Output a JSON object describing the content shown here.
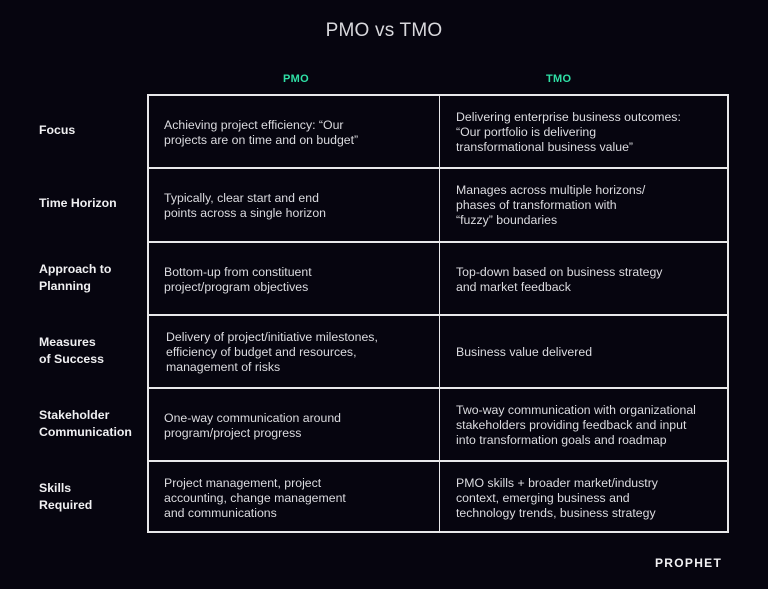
{
  "title": "PMO vs TMO",
  "columns": {
    "pmo": "PMO",
    "tmo": "TMO"
  },
  "rows": [
    {
      "label": [
        "Focus"
      ],
      "pmo": [
        "Achieving project efficiency: “Our",
        "projects are on time and on budget”"
      ],
      "tmo": [
        "Delivering enterprise business outcomes:",
        "“Our portfolio is delivering",
        "transformational business value”"
      ]
    },
    {
      "label": [
        "Time Horizon"
      ],
      "pmo": [
        "Typically, clear start and end",
        "points across a single horizon"
      ],
      "tmo": [
        "Manages across multiple horizons/",
        "phases of transformation with",
        "“fuzzy” boundaries"
      ]
    },
    {
      "label": [
        "Approach to",
        "Planning"
      ],
      "pmo": [
        "Bottom-up from constituent",
        "project/program objectives"
      ],
      "tmo": [
        "Top-down based on business strategy",
        "and market feedback"
      ]
    },
    {
      "label": [
        "Measures",
        "of Success"
      ],
      "pmo": [
        "Delivery of project/initiative milestones,",
        "efficiency of budget and resources,",
        "management of risks"
      ],
      "tmo": [
        "Business value delivered"
      ]
    },
    {
      "label": [
        "Stakeholder",
        "Communication"
      ],
      "pmo": [
        "One-way communication around",
        "program/project progress"
      ],
      "tmo": [
        "Two-way communication with organizational",
        "stakeholders providing feedback and input",
        "into transformation goals and roadmap"
      ]
    },
    {
      "label": [
        "Skills",
        "Required"
      ],
      "pmo": [
        "Project management, project",
        "accounting, change management",
        "and communications"
      ],
      "tmo": [
        "PMO skills + broader market/industry",
        "context, emerging business and",
        "technology trends, business strategy"
      ]
    }
  ],
  "brand": "PROPHET",
  "colors": {
    "background": "#06050f",
    "accent": "#2fe0a6",
    "border": "#e8e8ea",
    "text": "#dcdce0"
  }
}
